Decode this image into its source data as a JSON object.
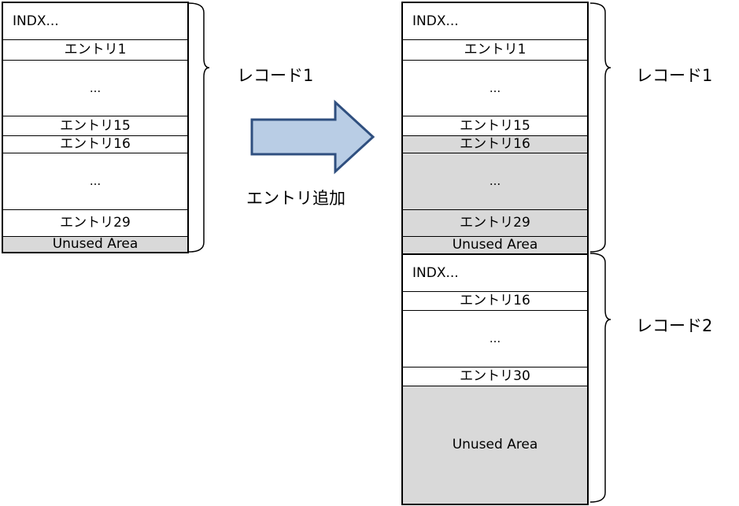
{
  "left": {
    "header": "INDX...",
    "cells": [
      "エントリ1",
      "...",
      "エントリ15",
      "エントリ16",
      "...",
      "エントリ29",
      "Unused Area"
    ]
  },
  "right": {
    "record1": {
      "header": "INDX...",
      "cells": [
        "エントリ1",
        "...",
        "エントリ15",
        "エントリ16",
        "...",
        "エントリ29",
        "Unused Area"
      ]
    },
    "record2": {
      "header": "INDX...",
      "cells": [
        "エントリ16",
        "...",
        "エントリ30",
        "Unused Area"
      ]
    }
  },
  "labels": {
    "record1": "レコード1",
    "record2": "レコード2",
    "arrow": "エントリ追加"
  },
  "colors": {
    "unused_fill": "#d9d9d9",
    "arrow_fill": "#b9cde5",
    "arrow_stroke": "#2f4f7f"
  }
}
